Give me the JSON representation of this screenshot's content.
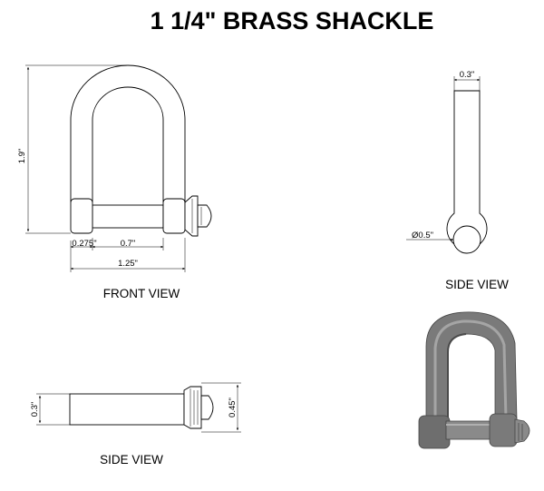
{
  "title": "1 1/4\" BRASS SHACKLE",
  "front_view": {
    "label": "FRONT VIEW",
    "dims": {
      "height": "1.9\"",
      "pin_diameter": "0.275\"",
      "inner_width": "0.7\"",
      "overall_width": "1.25\""
    }
  },
  "side_view_upper": {
    "label": "SIDE VIEW",
    "dims": {
      "thickness": "0.3\"",
      "eye_diameter": "Ø0.5\""
    }
  },
  "side_view_lower": {
    "label": "SIDE VIEW",
    "dims": {
      "pin_height": "0.3\"",
      "head_height": "0.45\""
    }
  },
  "render": {
    "shade_color": "#7a7a7a",
    "highlight_color": "#b0b0b0",
    "shadow_color": "#4a4a4a"
  }
}
